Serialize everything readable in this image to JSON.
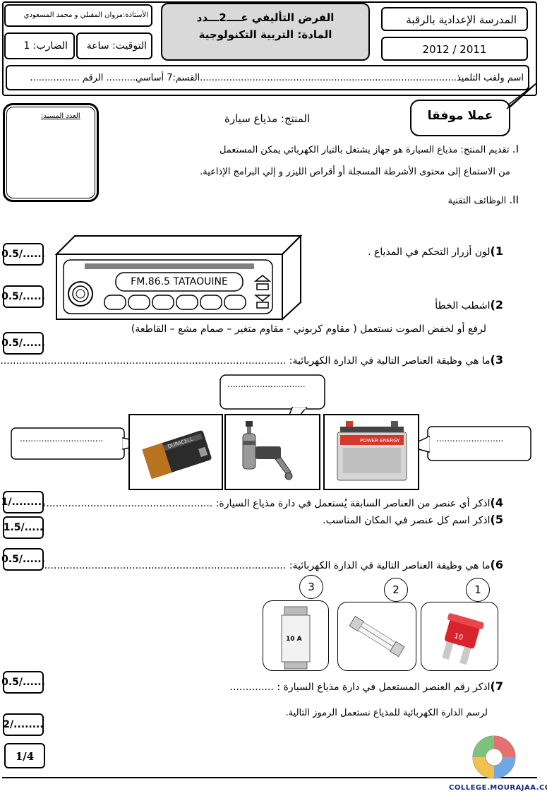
{
  "header": {
    "school": "المدرسة الإعدادية بالرقبة",
    "year": "2012 / 2011",
    "exam_title": "الفرض التأليفي عــــ2ـــدد",
    "subject": "المادة: التربية التكنولوجية",
    "teachers": "الأستاذة:مروان المقبلي و محمد المسعودي",
    "duration": "التوقيت: ساعة",
    "coefficient": "الضارب: 1",
    "student_name": "اسم ولقب التلميذ",
    "class": "القسم:7 أساسي",
    "number": "الرقم"
  },
  "good_luck": "عملا موفقا",
  "grade_box_label": "العدد المسند:",
  "product_title": "المنتج: مذياع سيارة",
  "section1": {
    "numeral": "I.",
    "line1": "تقديم المنتج: مذياع السيارة هو جهاز يشتغل بالتيار الكهربائي يمكن المستعمل",
    "line2": "من الاستماع إلى محتوى الأشرطة المسجلة أو أقراص الليزر و إلي البرامج الإذاعية."
  },
  "section2": {
    "numeral": "II.",
    "title": "الوظائف التقنية"
  },
  "radio_display": "FM.86.5 TATAOUINE",
  "questions": [
    {
      "num": "1)",
      "text": "لون أزرار التحكم في المذياع ."
    },
    {
      "num": "2)",
      "text": "اشطب الخطأ"
    },
    {
      "num": "",
      "text": "لرفع أو لخفض الصوت نستعمل ( مقاوم كربوني - مقاوم متغير – صمام مشع – القاطعة)"
    },
    {
      "num": "3)",
      "text": "ما هي وظيفة العناصر التالية في الدارة الكهربائية:"
    },
    {
      "num": "4)",
      "text": "اذكر أي عنصر من العناصر السابقة يُستعمل في دارة مذياع السيارة:"
    },
    {
      "num": "5)",
      "text": "اذكر اسم كل عنصر في المكان المناسب."
    },
    {
      "num": "6)",
      "text": "ما هي وظيفة العناصر التالية في الدارة الكهربائية:"
    },
    {
      "num": "7)",
      "text": "اذكر رقم العنصر المستعمل في دارة مذياع السيارة :"
    },
    {
      "num": "",
      "text": "لرسم الدارة الكهربائية للمذياع نستعمل الرموز التالية."
    }
  ],
  "scores": [
    "0.5/......",
    "0.5/......",
    "0.5/......",
    "1/.........",
    "1.5/.....",
    "0.5/......",
    "0.5/......",
    "2/........"
  ],
  "component_labels": {
    "battery": "DURACELL",
    "car_battery": "POWER ENERGY",
    "fuse_blade": "10",
    "fuse_ceramic": "10 A"
  },
  "fuse_numbers": [
    "1",
    "2",
    "3"
  ],
  "page": "1/4",
  "footer_url": "COLLEGE.MOURAJAA.COM",
  "colors": {
    "fuse_red": "#d8232a",
    "battery_copper": "#b8731f",
    "car_battery_red": "#d33a2c"
  }
}
